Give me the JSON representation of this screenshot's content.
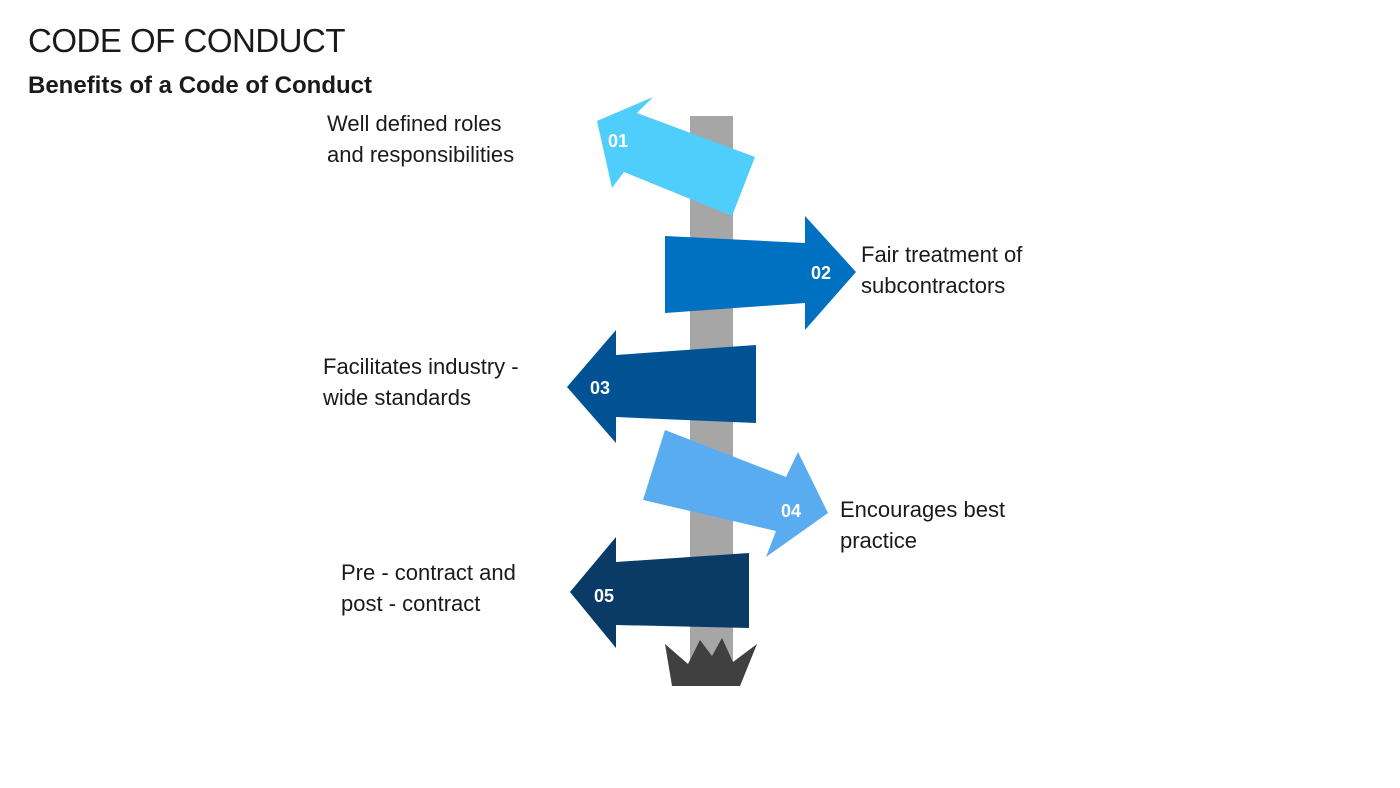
{
  "header": {
    "title": "CODE OF CONDUCT",
    "subtitle": "Benefits of a Code of Conduct"
  },
  "colors": {
    "post": "#a6a6a6",
    "base": "#404040",
    "arrow_01": "#4fcdfb",
    "arrow_02": "#0070c0",
    "arrow_03": "#005293",
    "arrow_04": "#5aacf0",
    "arrow_05": "#0a3a66"
  },
  "steps": [
    {
      "number": "01",
      "line1": "Well defined roles",
      "line2": "and responsibilities",
      "direction": "left"
    },
    {
      "number": "02",
      "line1": "Fair treatment of",
      "line2": "subcontractors",
      "direction": "right"
    },
    {
      "number": "03",
      "line1": "Facilitates industry -",
      "line2": "wide standards",
      "direction": "left"
    },
    {
      "number": "04",
      "line1": "Encourages best",
      "line2": "practice",
      "direction": "right"
    },
    {
      "number": "05",
      "line1": "Pre - contract and",
      "line2": "post - contract",
      "direction": "left"
    }
  ]
}
